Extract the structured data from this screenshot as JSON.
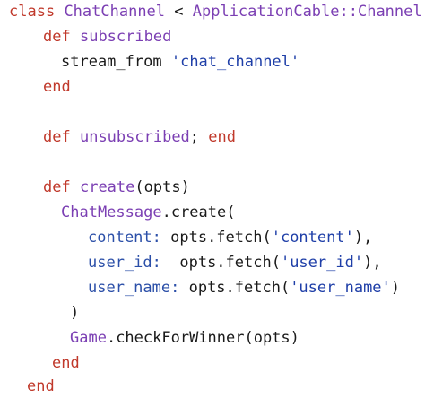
{
  "colors": {
    "keyword": "#c0392b",
    "constant": "#7b3fb3",
    "symbol": "#2b4fa8",
    "string": "#1f3fa8",
    "text": "#1a1a1a",
    "background": "#ffffff"
  },
  "code": {
    "l1": {
      "kw": "class",
      "name": "ChatChannel",
      "op": " < ",
      "parent": "ApplicationCable::Channel"
    },
    "l2": {
      "kw": "def",
      "name": "subscribed"
    },
    "l3": {
      "call": "stream_from",
      "str": "'chat_channel'"
    },
    "l4": {
      "kw": "end"
    },
    "l6": {
      "kw": "def",
      "name": "unsubscribed",
      "sep": ";",
      "kw2": "end"
    },
    "l8": {
      "kw": "def",
      "name": "create",
      "args": "(opts)"
    },
    "l9": {
      "const": "ChatMessage",
      "rest": ".create("
    },
    "l10": {
      "key": "content:",
      "mid": " opts.fetch(",
      "str": "'content'",
      "tail": "),"
    },
    "l11": {
      "key": "user_id:",
      "mid": "  opts.fetch(",
      "str": "'user_id'",
      "tail": "),"
    },
    "l12": {
      "key": "user_name:",
      "mid": " opts.fetch(",
      "str": "'user_name'",
      "tail": ")"
    },
    "l13": {
      "text": ")"
    },
    "l14": {
      "const": "Game",
      "rest": ".checkForWinner(opts)"
    },
    "l15": {
      "kw": "end"
    },
    "l16": {
      "kw": "end"
    }
  }
}
